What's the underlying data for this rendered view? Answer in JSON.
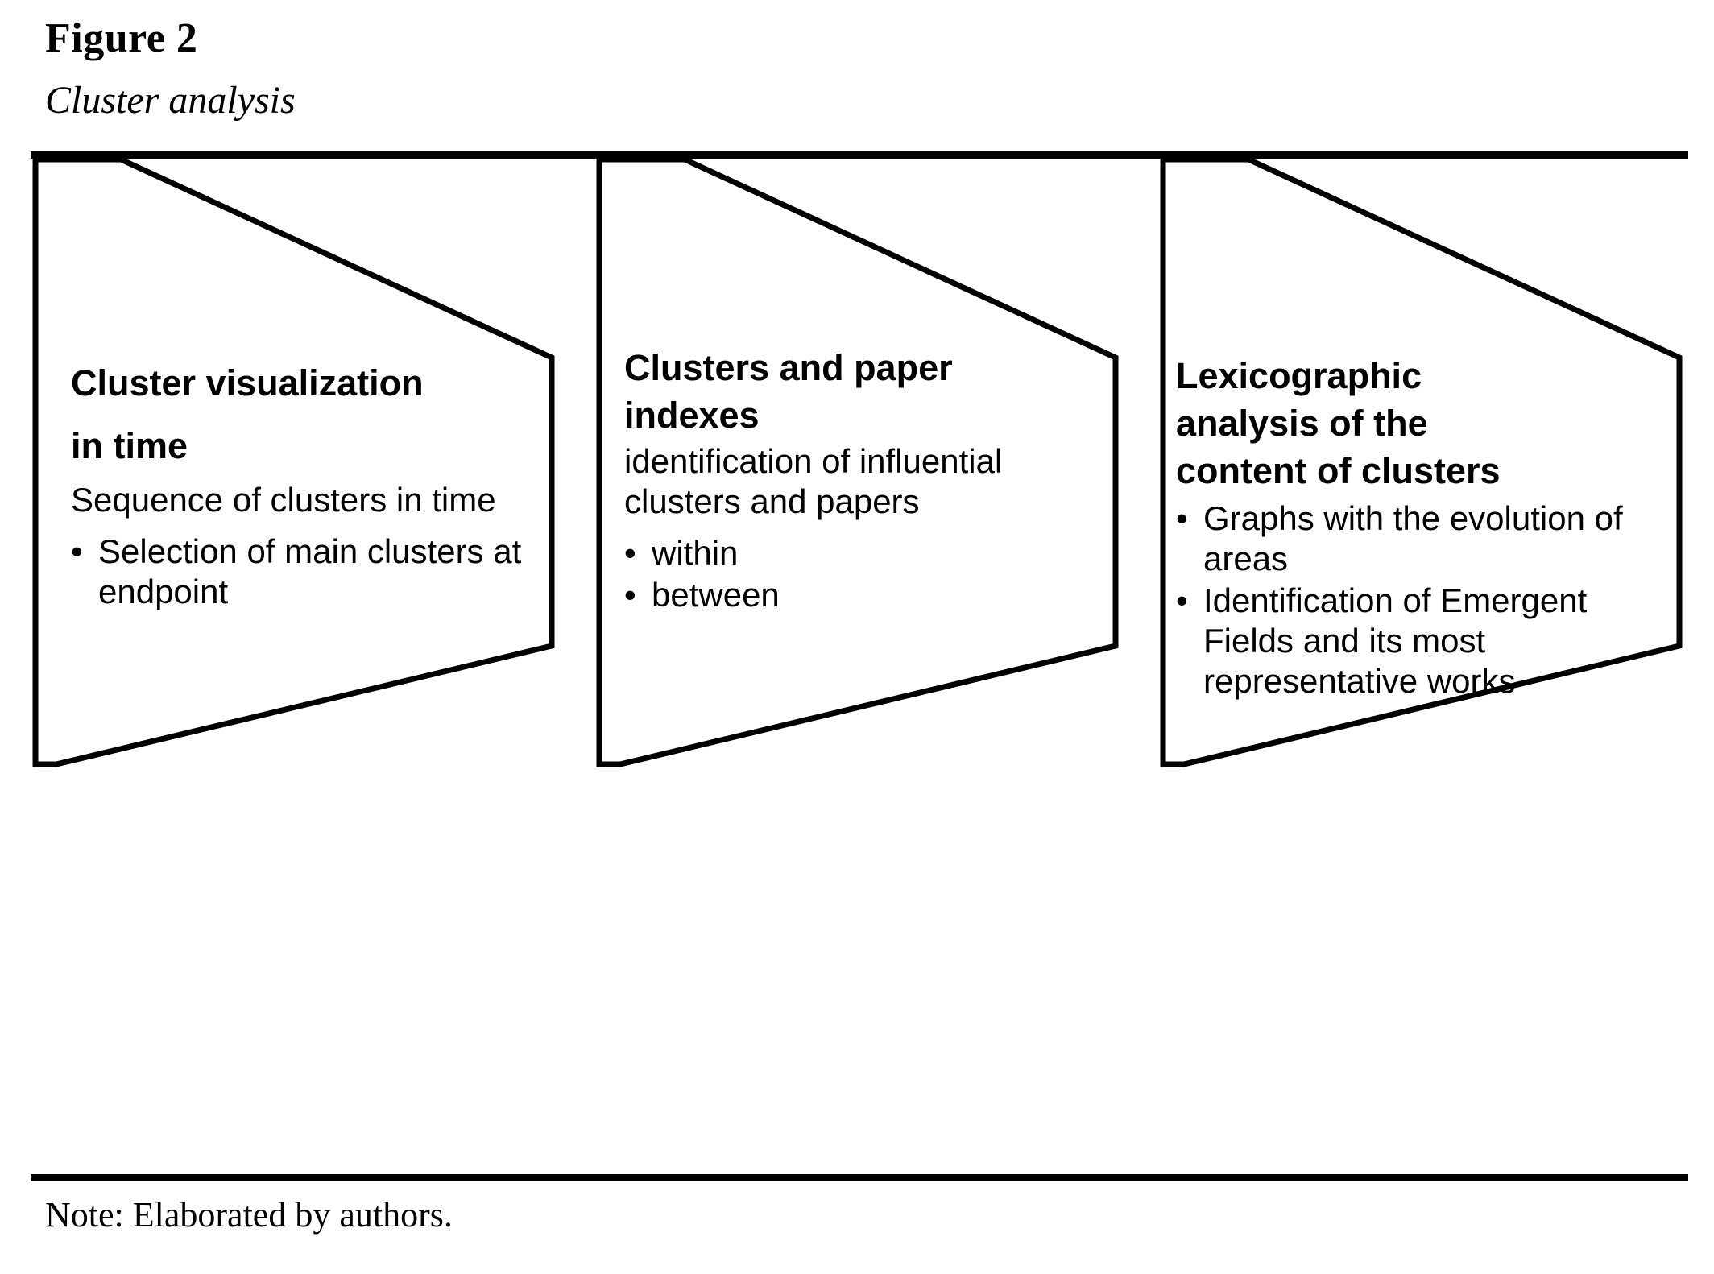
{
  "figure": {
    "number_label": "Figure 2",
    "subtitle": "Cluster analysis",
    "note": "Note: Elaborated by authors."
  },
  "colors": {
    "ink": "#000000",
    "background": "#ffffff",
    "shape_fill": "#ffffff",
    "shape_stroke": "#000000"
  },
  "panels": [
    {
      "id": "cluster-visualization-in-time",
      "heading_line_1": "Cluster visualization",
      "heading_line_2": "in time",
      "lead": "Sequence of clusters in time",
      "bullets": [
        "Selection of main clusters at endpoint"
      ],
      "bullet_glyph": "•"
    },
    {
      "id": "clusters-and-paper-indexes",
      "heading_line_1": "Clusters and paper",
      "heading_line_2": "indexes",
      "lead": "identification of influential clusters and papers",
      "bullets": [
        "within",
        "between"
      ],
      "bullet_glyph": "•"
    },
    {
      "id": "lexicographic-analysis-of-content",
      "heading_line_1": "Lexicographic",
      "heading_line_2": "analysis of the",
      "heading_line_3": "content of clusters",
      "lead": "",
      "bullets": [
        "Graphs with the evolution of areas",
        "Identification of Emergent Fields and its most representative works"
      ],
      "bullet_glyph": "•"
    }
  ]
}
